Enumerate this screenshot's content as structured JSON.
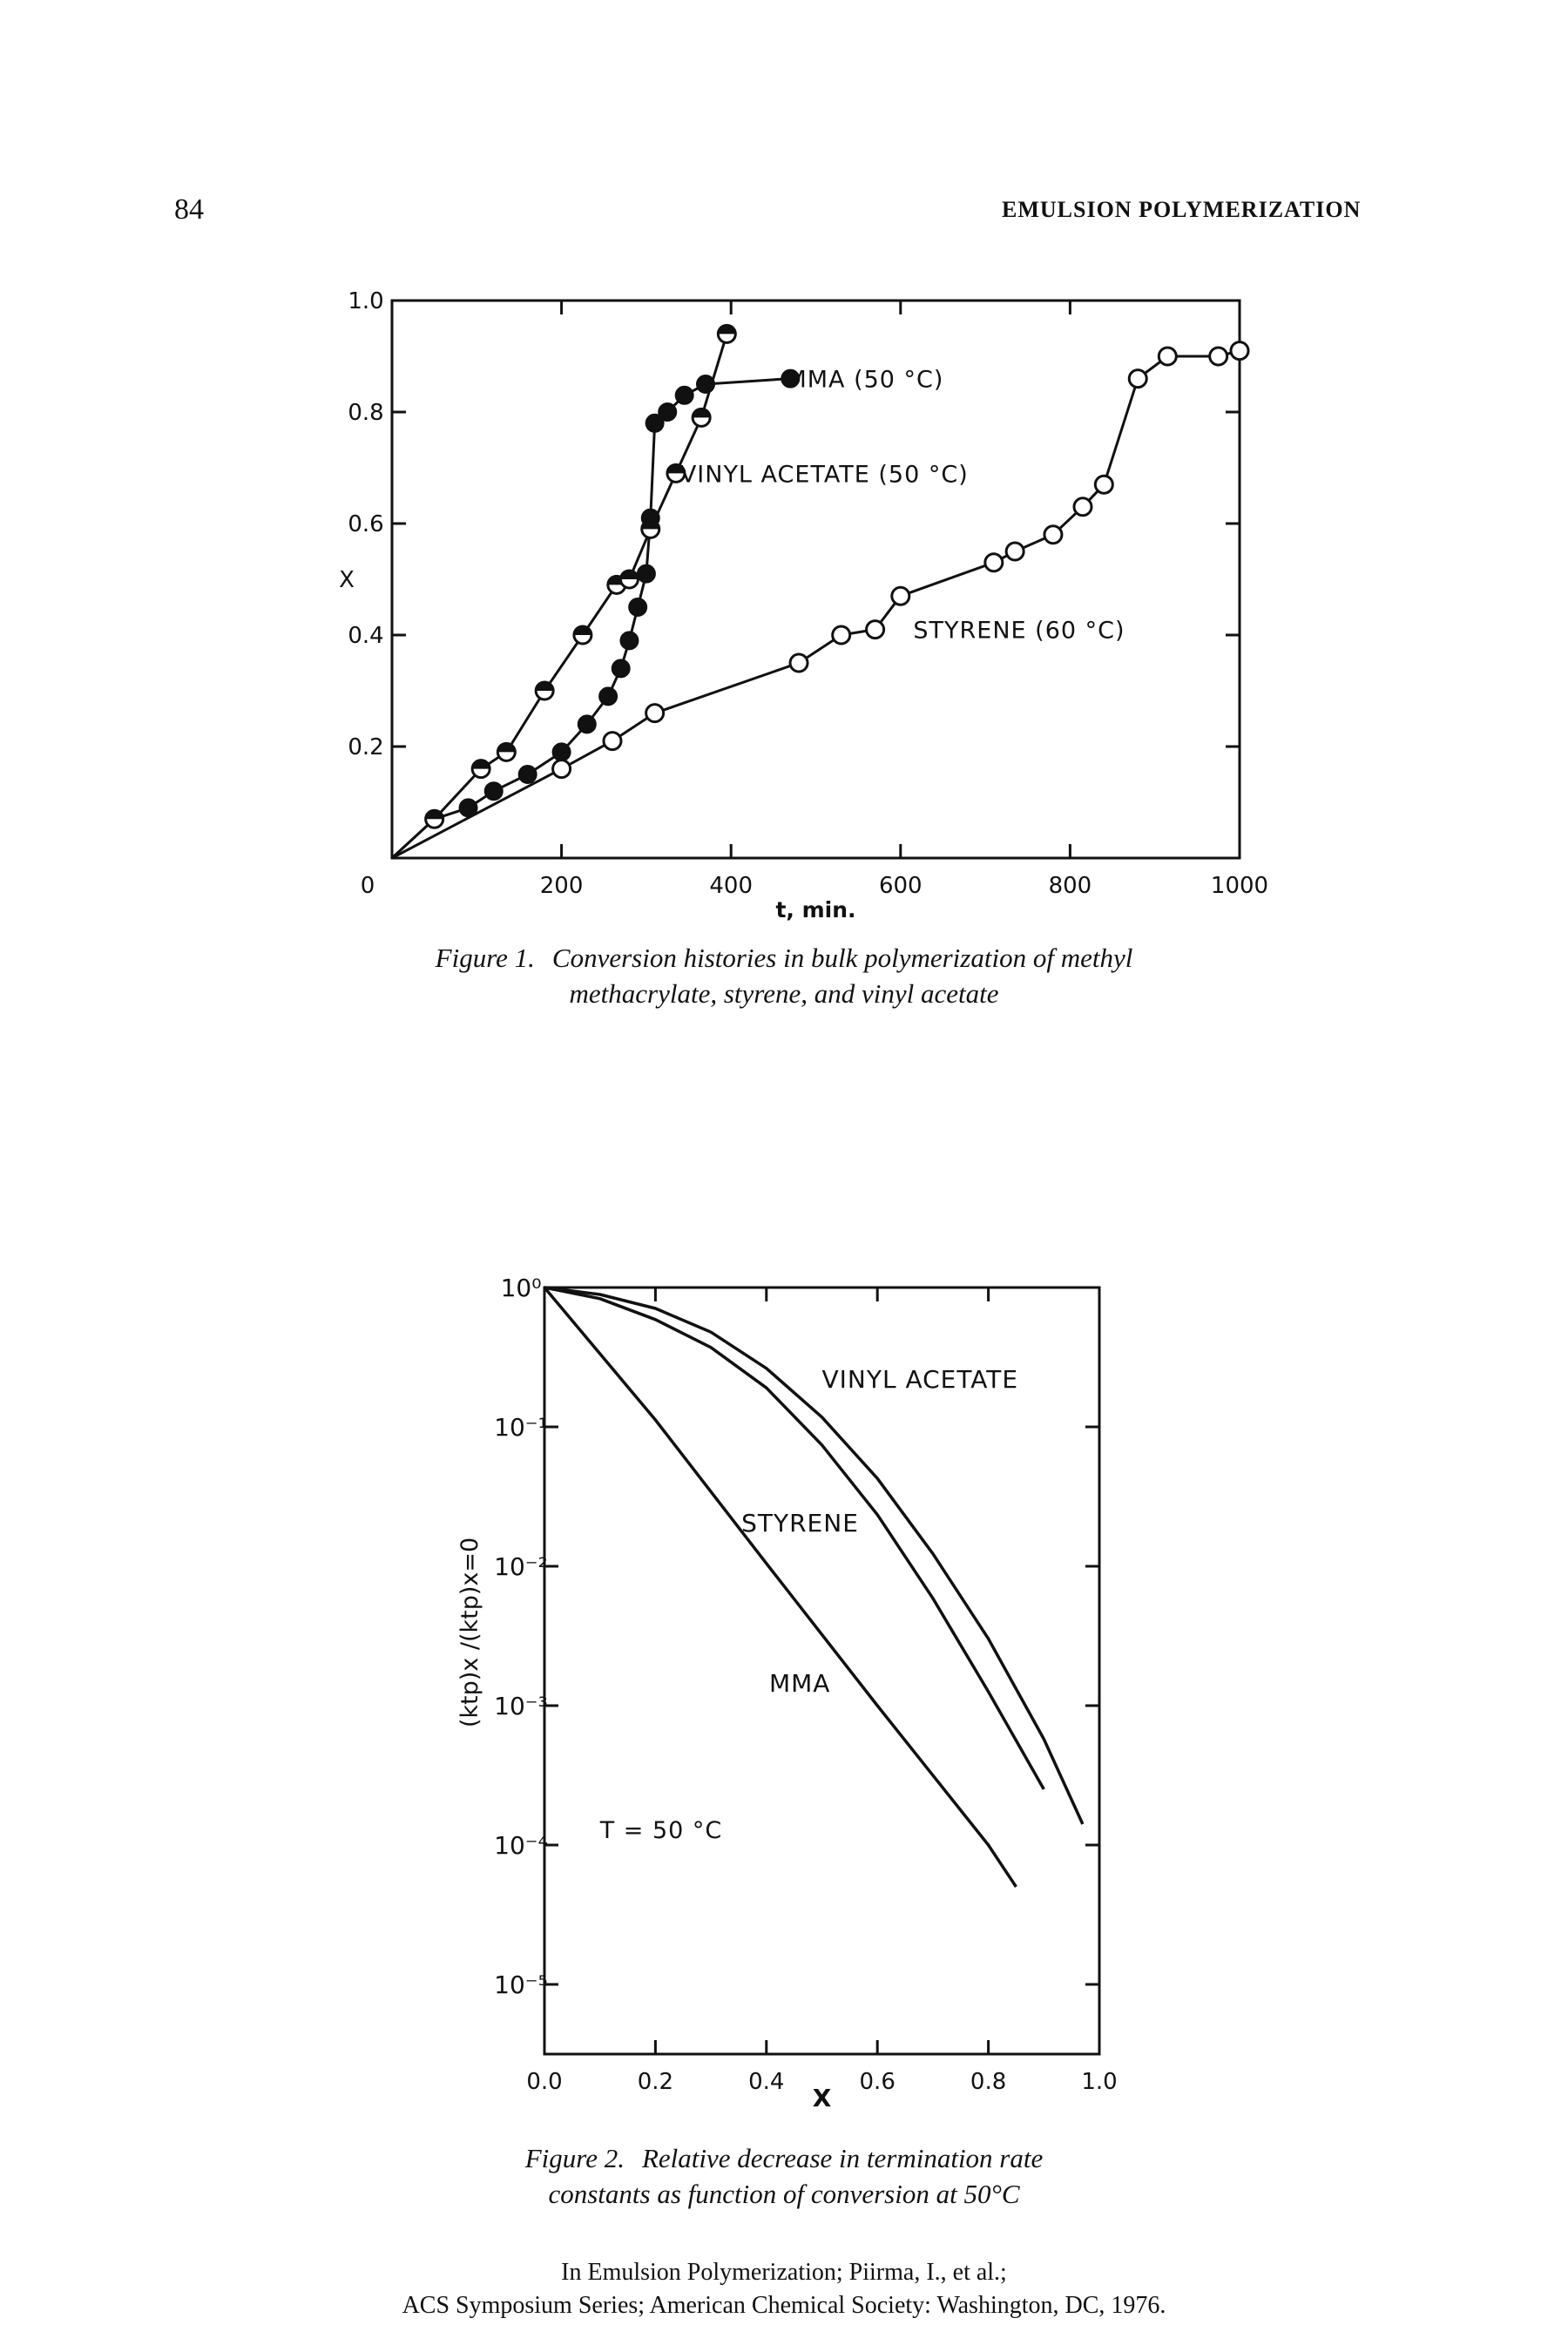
{
  "page": {
    "number": "84",
    "running_head": "EMULSION POLYMERIZATION",
    "footer_line1": "In Emulsion Polymerization; Piirma, I., et al.;",
    "footer_line2": "ACS Symposium Series; American Chemical Society: Washington, DC, 1976."
  },
  "figure1": {
    "label": "Figure 1.",
    "caption_line1": "Conversion histories in bulk polymerization of methyl",
    "caption_line2": "methacrylate, styrene, and vinyl acetate"
  },
  "figure2": {
    "label": "Figure 2.",
    "caption_line1": "Relative decrease in termination rate",
    "caption_line2": "constants as function of conversion at 50°C"
  },
  "chart_data": [
    {
      "type": "scatter",
      "xlabel": "t, min.",
      "ylabel": "X",
      "xlim": [
        0,
        1000
      ],
      "ylim": [
        0,
        1.0
      ],
      "x_ticks": [
        "0",
        "200",
        "400",
        "600",
        "800",
        "1000"
      ],
      "y_ticks": [
        "0.2",
        "0.4",
        "0.6",
        "0.8",
        "1.0"
      ],
      "grid": false,
      "series": [
        {
          "name": "MMA (50 °C)",
          "marker": "filled",
          "x": [
            50,
            90,
            120,
            160,
            200,
            230,
            255,
            270,
            280,
            290,
            300,
            305,
            310,
            325,
            345,
            370,
            470
          ],
          "y": [
            0.07,
            0.09,
            0.12,
            0.15,
            0.19,
            0.24,
            0.29,
            0.34,
            0.39,
            0.45,
            0.51,
            0.61,
            0.78,
            0.8,
            0.83,
            0.85,
            0.86
          ]
        },
        {
          "name": "VINYL ACETATE (50 °C)",
          "marker": "half",
          "x": [
            50,
            105,
            135,
            180,
            225,
            265,
            280,
            305,
            335,
            365,
            395
          ],
          "y": [
            0.07,
            0.16,
            0.19,
            0.3,
            0.4,
            0.49,
            0.5,
            0.59,
            0.69,
            0.79,
            0.94
          ]
        },
        {
          "name": "STYRENE (60 °C)",
          "marker": "open",
          "x": [
            200,
            260,
            310,
            480,
            530,
            570,
            600,
            710,
            735,
            780,
            815,
            840,
            880,
            915,
            975,
            1000
          ],
          "y": [
            0.16,
            0.21,
            0.26,
            0.35,
            0.4,
            0.41,
            0.47,
            0.53,
            0.55,
            0.58,
            0.63,
            0.67,
            0.86,
            0.9,
            0.9,
            0.91
          ]
        }
      ]
    },
    {
      "type": "line",
      "xlabel": "X",
      "ylabel": "(ktp)x /(ktp)x=0",
      "xlim": [
        0,
        1.0
      ],
      "ylim_log10": [
        -5.5,
        0
      ],
      "y_scale": "log",
      "x_ticks": [
        "0.0",
        "0.2",
        "0.4",
        "0.6",
        "0.8",
        "1.0"
      ],
      "y_ticks": [
        "10⁰",
        "10⁻¹",
        "10⁻²",
        "10⁻³",
        "10⁻⁴",
        "10⁻⁵"
      ],
      "annotation": "T = 50 °C",
      "grid": false,
      "series": [
        {
          "name": "MMA",
          "x": [
            0,
            0.2,
            0.4,
            0.6,
            0.8,
            0.85
          ],
          "y_log10": [
            0,
            -0.95,
            -1.98,
            -3.0,
            -4.0,
            -4.3
          ]
        },
        {
          "name": "STYRENE",
          "x": [
            0,
            0.1,
            0.2,
            0.3,
            0.4,
            0.5,
            0.6,
            0.7,
            0.8,
            0.9
          ],
          "y_log10": [
            0,
            -0.08,
            -0.23,
            -0.43,
            -0.72,
            -1.13,
            -1.63,
            -2.23,
            -2.9,
            -3.6
          ]
        },
        {
          "name": "VINYL ACETATE",
          "x": [
            0,
            0.1,
            0.2,
            0.3,
            0.4,
            0.5,
            0.6,
            0.7,
            0.8,
            0.9,
            0.97
          ],
          "y_log10": [
            0,
            -0.05,
            -0.15,
            -0.32,
            -0.58,
            -0.93,
            -1.37,
            -1.91,
            -2.52,
            -3.24,
            -3.85
          ]
        }
      ]
    }
  ]
}
